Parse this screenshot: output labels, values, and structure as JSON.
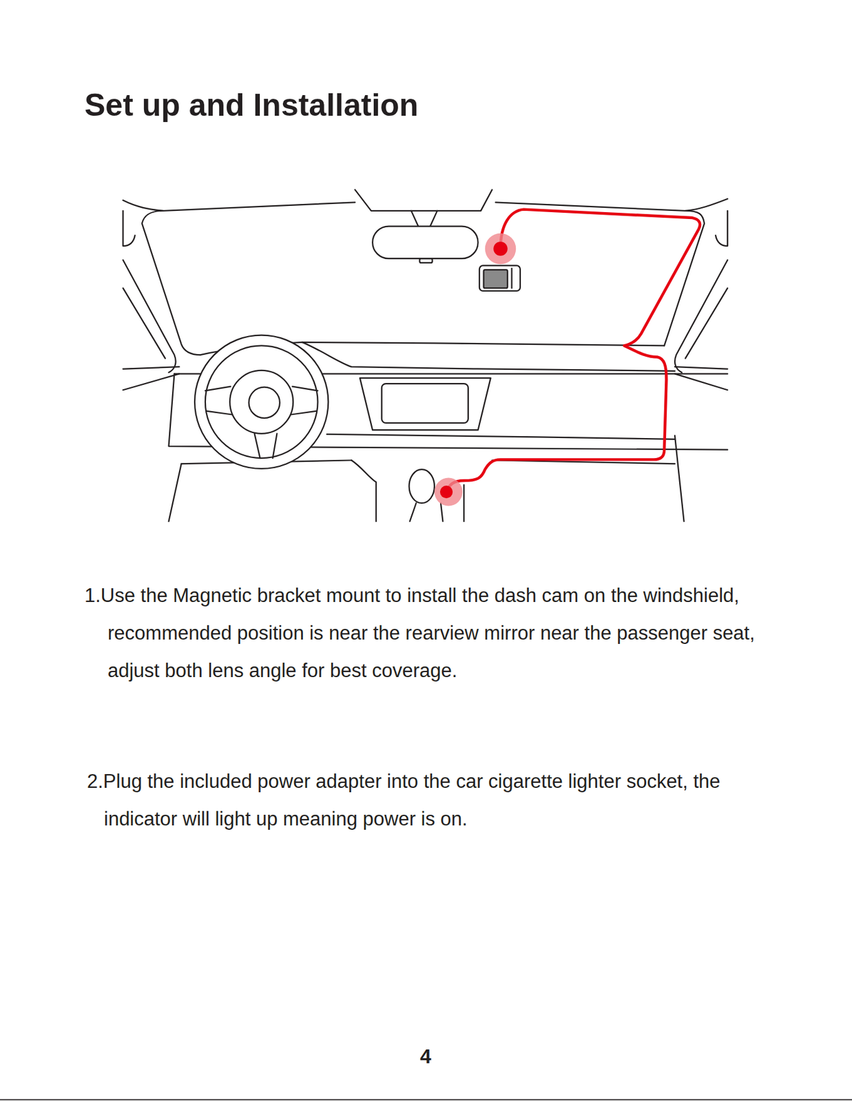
{
  "diagram": {
    "title": "Set up and Installation",
    "labels": [
      "1.Use the Magnetic bracket mount to install the dash cam on the windshield, recommended position is near the rearview mirror near the passenger seat, adjust both lens angle for best coverage.",
      "2.Plug the included power adapter into the car cigarette lighter socket, the indicator will light up meaning power is on.",
      "4"
    ]
  }
}
